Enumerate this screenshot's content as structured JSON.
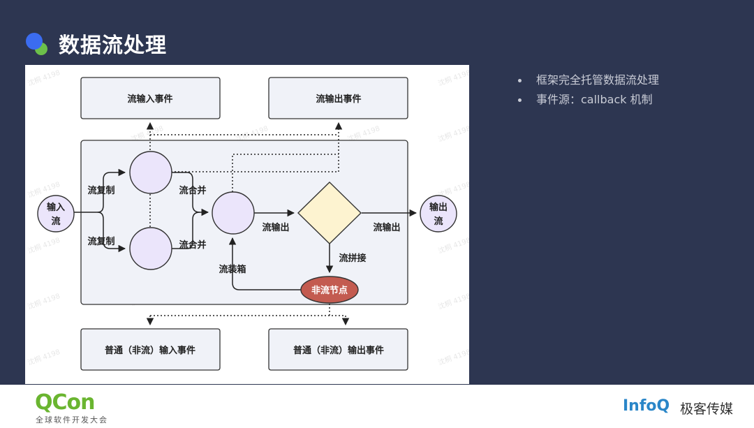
{
  "slide": {
    "title": "数据流处理",
    "bullets": [
      "框架完全托管数据流处理",
      "事件源：callback 机制"
    ]
  },
  "diagram": {
    "watermark_text": "沈桐 4198",
    "boxes": {
      "stream_input_event": "流输入事件",
      "stream_output_event": "流输出事件",
      "plain_input_event": "普通（非流）输入事件",
      "plain_output_event": "普通（非流）输出事件"
    },
    "nodes": {
      "input_stream": [
        "输入",
        "流"
      ],
      "output_stream": [
        "输出",
        "流"
      ],
      "non_stream_node": "非流节点"
    },
    "edge_labels": {
      "copy_top": "流复制",
      "copy_bottom": "流复制",
      "merge_top": "流合并",
      "merge_bottom": "流合并",
      "stream_out_1": "流输出",
      "stream_out_2": "流输出",
      "stream_concat": "流拼接",
      "stream_pack": "流装箱"
    }
  },
  "footer": {
    "qcon_logo": "QCon",
    "qcon_subtitle": "全球软件开发大会",
    "infoq_logo": "InfoQ",
    "infoq_brand": "极客传媒"
  },
  "colors": {
    "background": "#2d3651",
    "circle_fill": "#ebe5fb",
    "diamond_fill": "#fdf3d0",
    "non_stream_fill": "#c35b50",
    "box_fill": "#f0f2f8",
    "qcon_green": "#6ab530",
    "infoq_blue": "#2a86c8",
    "title_dot_blue": "#3b6cf0",
    "title_dot_green": "#6cc04a"
  }
}
